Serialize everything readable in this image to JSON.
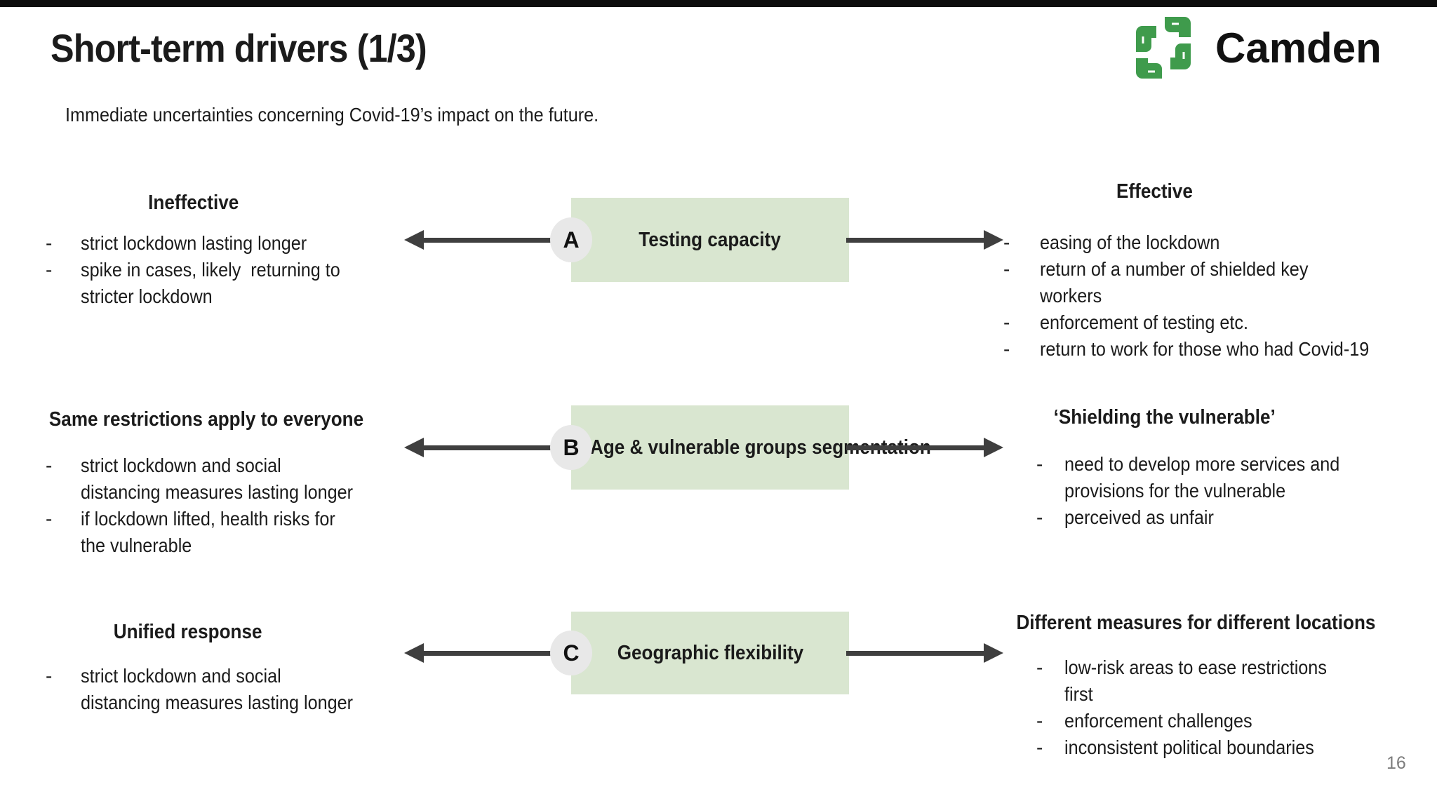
{
  "page": {
    "title": "Short-term drivers (1/3)",
    "subtitle": "Immediate uncertainties concerning Covid-19’s impact on the future.",
    "page_number": "16"
  },
  "logo": {
    "text": "Camden",
    "green": "#3f9b4c"
  },
  "colors": {
    "green_box": "#d9e6d0",
    "circle_gray": "#e8e8e8",
    "arrow": "#3f3f3f",
    "top_bar": "#0d0d0d",
    "page_number_gray": "#7d7d7d"
  },
  "rows": [
    {
      "letter": "A",
      "box_label": "Testing capacity",
      "left": {
        "heading": "Ineffective",
        "bullets": [
          [
            "strict lockdown lasting longer"
          ],
          [
            "spike in cases, likely  returning to",
            "stricter lockdown"
          ]
        ]
      },
      "right": {
        "heading": "Effective",
        "bullets": [
          [
            "easing of the lockdown"
          ],
          [
            "return of a number of shielded key",
            "workers"
          ],
          [
            "enforcement of testing etc."
          ],
          [
            "return to work for those who had Covid-19"
          ]
        ]
      }
    },
    {
      "letter": "B",
      "box_label": "Age & vulnerable groups segmentation",
      "left": {
        "heading": "Same restrictions apply to everyone",
        "bullets": [
          [
            "strict lockdown and social",
            "distancing measures lasting longer"
          ],
          [
            "if lockdown lifted, health risks for",
            "the vulnerable"
          ]
        ]
      },
      "right": {
        "heading": "‘Shielding the vulnerable’",
        "bullets": [
          [
            "need to develop more services and",
            "provisions for the vulnerable"
          ],
          [
            "perceived as unfair"
          ]
        ]
      }
    },
    {
      "letter": "C",
      "box_label": "Geographic flexibility",
      "left": {
        "heading": "Unified response",
        "bullets": [
          [
            "strict lockdown and social",
            "distancing measures lasting longer"
          ]
        ]
      },
      "right": {
        "heading": "Different measures for different locations",
        "bullets": [
          [
            "low-risk areas to ease restrictions",
            "first"
          ],
          [
            "enforcement challenges"
          ],
          [
            "inconsistent political boundaries"
          ]
        ]
      }
    }
  ]
}
